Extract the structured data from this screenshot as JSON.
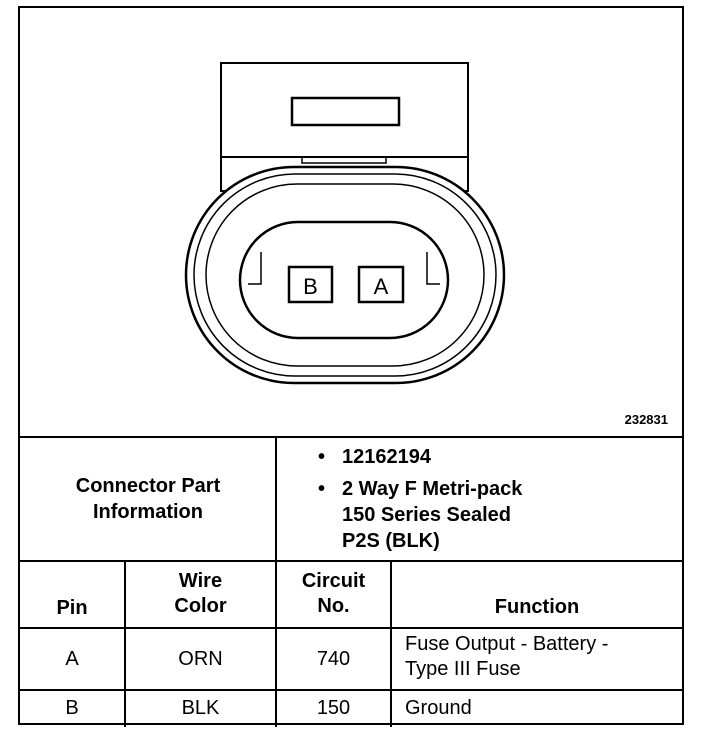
{
  "figure": {
    "id": "232831",
    "pins": [
      "B",
      "A"
    ]
  },
  "connector_info": {
    "label_line1": "Connector Part",
    "label_line2": "Information",
    "part_number": "12162194",
    "description_lines": [
      "2 Way F Metri-pack",
      "150 Series Sealed",
      "P2S (BLK)"
    ],
    "bullet": "•"
  },
  "table": {
    "headers": {
      "pin": "Pin",
      "wire_color_line1": "Wire",
      "wire_color_line2": "Color",
      "circuit_line1": "Circuit",
      "circuit_line2": "No.",
      "function": "Function"
    },
    "rows": [
      {
        "pin": "A",
        "wire_color": "ORN",
        "circuit": "740",
        "function_line1": "Fuse Output - Battery -",
        "function_line2": "Type III Fuse"
      },
      {
        "pin": "B",
        "wire_color": "BLK",
        "circuit": "150",
        "function_line1": "Ground",
        "function_line2": ""
      }
    ]
  }
}
